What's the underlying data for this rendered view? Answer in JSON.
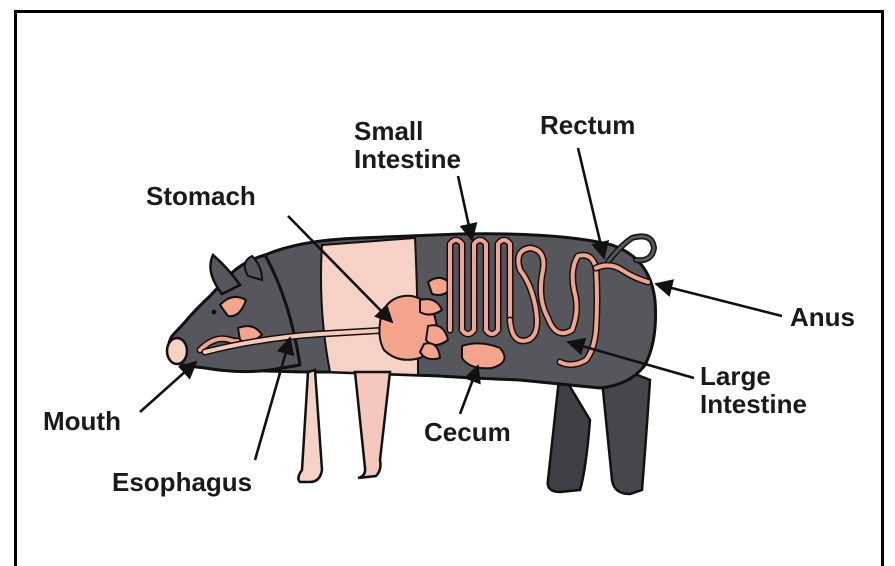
{
  "labels": {
    "mouth": "Mouth",
    "esophagus": "Esophagus",
    "stomach": "Stomach",
    "small_intestine_line1": "Small",
    "small_intestine_line2": "Intestine",
    "rectum": "Rectum",
    "anus": "Anus",
    "large_intestine_line1": "Large",
    "large_intestine_line2": "Intestine",
    "cecum": "Cecum"
  },
  "colors": {
    "pig_body": "#55575c",
    "pig_belt": "#f6d1c6",
    "organ": "#f3a48a",
    "outline": "#111111"
  }
}
